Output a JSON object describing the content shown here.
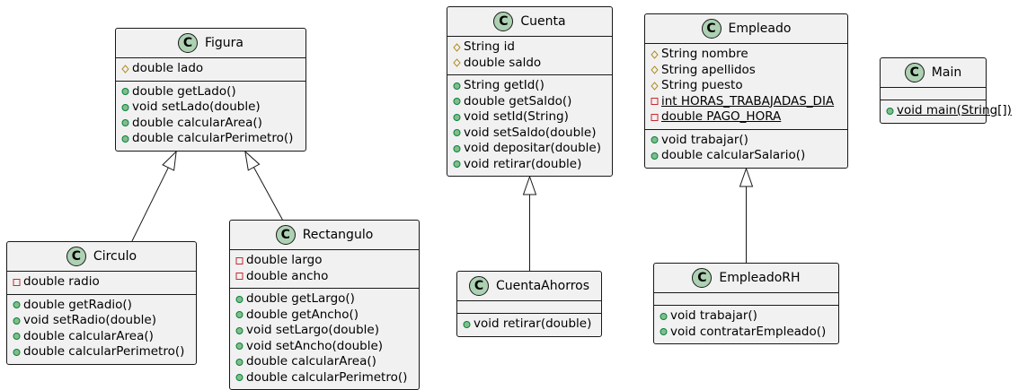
{
  "diagram": {
    "classes": [
      {
        "id": "figura",
        "name": "Figura",
        "badge": "C",
        "fields": [
          {
            "vis": "protected",
            "text": "double lado"
          }
        ],
        "methods": [
          {
            "vis": "public",
            "text": "double getLado()"
          },
          {
            "vis": "public",
            "text": "void setLado(double)"
          },
          {
            "vis": "public",
            "text": "double calcularArea()"
          },
          {
            "vis": "public",
            "text": "double calcularPerimetro()"
          }
        ]
      },
      {
        "id": "circulo",
        "name": "Circulo",
        "badge": "C",
        "fields": [
          {
            "vis": "private",
            "text": "double radio"
          }
        ],
        "methods": [
          {
            "vis": "public",
            "text": "double getRadio()"
          },
          {
            "vis": "public",
            "text": "void setRadio(double)"
          },
          {
            "vis": "public",
            "text": "double calcularArea()"
          },
          {
            "vis": "public",
            "text": "double calcularPerimetro()"
          }
        ]
      },
      {
        "id": "rectangulo",
        "name": "Rectangulo",
        "badge": "C",
        "fields": [
          {
            "vis": "private",
            "text": "double largo"
          },
          {
            "vis": "private",
            "text": "double ancho"
          }
        ],
        "methods": [
          {
            "vis": "public",
            "text": "double getLargo()"
          },
          {
            "vis": "public",
            "text": "double getAncho()"
          },
          {
            "vis": "public",
            "text": "void setLargo(double)"
          },
          {
            "vis": "public",
            "text": "void setAncho(double)"
          },
          {
            "vis": "public",
            "text": "double calcularArea()"
          },
          {
            "vis": "public",
            "text": "double calcularPerimetro()"
          }
        ]
      },
      {
        "id": "cuenta",
        "name": "Cuenta",
        "badge": "C",
        "fields": [
          {
            "vis": "protected",
            "text": "String id"
          },
          {
            "vis": "protected",
            "text": "double saldo"
          }
        ],
        "methods": [
          {
            "vis": "public",
            "text": "String getId()"
          },
          {
            "vis": "public",
            "text": "double getSaldo()"
          },
          {
            "vis": "public",
            "text": "void setId(String)"
          },
          {
            "vis": "public",
            "text": "void setSaldo(double)"
          },
          {
            "vis": "public",
            "text": "void depositar(double)"
          },
          {
            "vis": "public",
            "text": "void retirar(double)"
          }
        ]
      },
      {
        "id": "cuentaahorros",
        "name": "CuentaAhorros",
        "badge": "C",
        "fields": [],
        "methods": [
          {
            "vis": "public",
            "text": "void retirar(double)"
          }
        ]
      },
      {
        "id": "empleado",
        "name": "Empleado",
        "badge": "C",
        "fields": [
          {
            "vis": "protected",
            "text": "String nombre"
          },
          {
            "vis": "protected",
            "text": "String apellidos"
          },
          {
            "vis": "protected",
            "text": "String puesto"
          },
          {
            "vis": "private",
            "text": "int HORAS_TRABAJADAS_DIA",
            "static": true
          },
          {
            "vis": "private",
            "text": "double PAGO_HORA",
            "static": true
          }
        ],
        "methods": [
          {
            "vis": "public",
            "text": "void trabajar()"
          },
          {
            "vis": "public",
            "text": "double calcularSalario()"
          }
        ]
      },
      {
        "id": "empleadorh",
        "name": "EmpleadoRH",
        "badge": "C",
        "fields": [],
        "methods": [
          {
            "vis": "public",
            "text": "void trabajar()"
          },
          {
            "vis": "public",
            "text": "void contratarEmpleado()"
          }
        ]
      },
      {
        "id": "main",
        "name": "Main",
        "badge": "C",
        "fields": [],
        "methods": [
          {
            "vis": "public",
            "text": "void main(String[])",
            "static": true
          }
        ]
      }
    ],
    "relations": [
      {
        "type": "inheritance",
        "from": "circulo",
        "to": "figura"
      },
      {
        "type": "inheritance",
        "from": "rectangulo",
        "to": "figura"
      },
      {
        "type": "inheritance",
        "from": "cuentaahorros",
        "to": "cuenta"
      },
      {
        "type": "inheritance",
        "from": "empleadorh",
        "to": "empleado"
      }
    ],
    "colors": {
      "box_fill": "#f1f1f1",
      "box_border": "#181818",
      "badge_fill": "#add1b2",
      "public": "#84be84",
      "public_stroke": "#038048",
      "protected_stroke": "#b38d22",
      "private_stroke": "#c82930",
      "line": "#181818"
    }
  }
}
